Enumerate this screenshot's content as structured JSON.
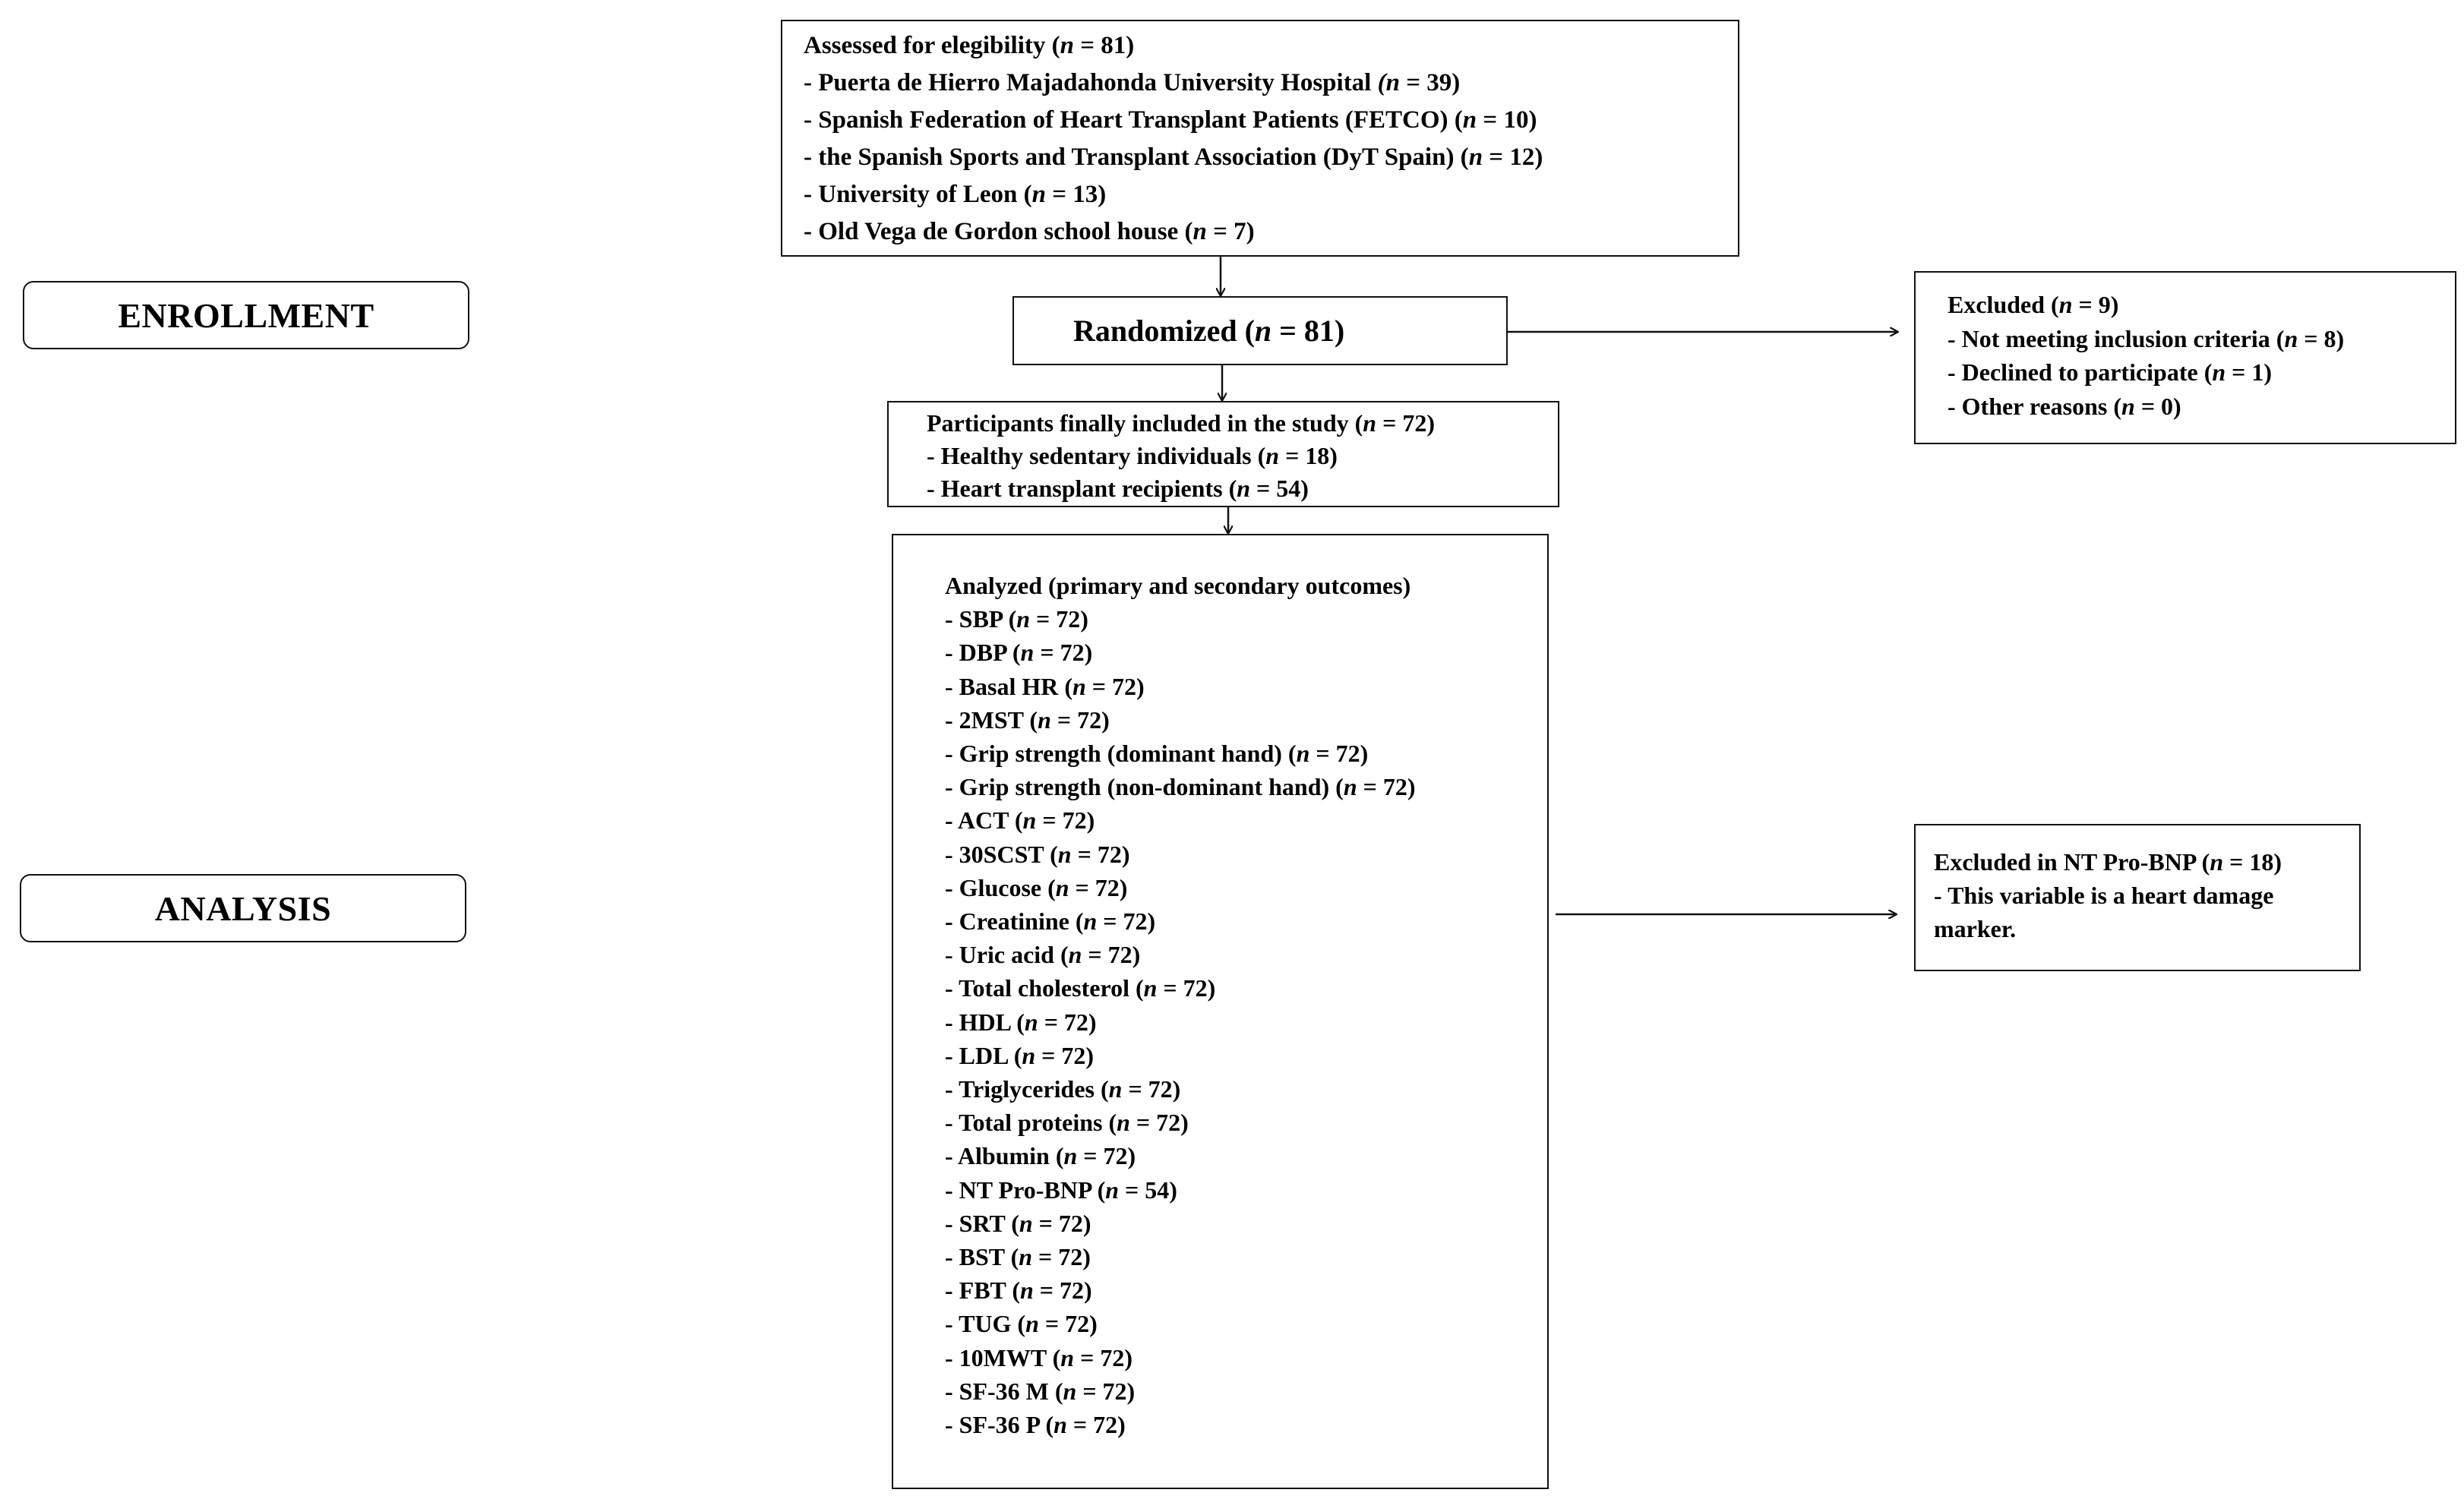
{
  "stages": {
    "enrollment": "ENROLLMENT",
    "analysis": "ANALYSIS"
  },
  "assessed": {
    "lines": [
      {
        "text": "Assessed for elegibility (",
        "n": "n",
        "tail": " = 81)"
      },
      {
        "text": "- Puerta de Hierro Majadahonda University Hospital ",
        "n": "(n",
        "tail": " = 39)"
      },
      {
        "text": "-  Spanish Federation of Heart Transplant Patients (FETCO) (",
        "n": "n",
        "tail": " = 10)"
      },
      {
        "text": "- the Spanish Sports and Transplant Association (DyT Spain) (",
        "n": "n",
        "tail": " = 12)"
      },
      {
        "text": "- University of Leon (",
        "n": "n",
        "tail": " = 13)"
      },
      {
        "text": "- Old Vega de Gordon school house (",
        "n": "n",
        "tail": " = 7)"
      }
    ]
  },
  "randomized": {
    "text": "Randomized (",
    "n": "n",
    "tail": " = 81)"
  },
  "included": {
    "lines": [
      {
        "text": "Participants finally included in the study (",
        "n": "n",
        "tail": " = 72)"
      },
      {
        "text": "- Healthy sedentary individuals (",
        "n": "n",
        "tail": " = 18)"
      },
      {
        "text": "- Heart transplant recipients (",
        "n": "n",
        "tail": " = 54)"
      }
    ]
  },
  "analyzed": {
    "lines": [
      {
        "text": "Analyzed (primary and secondary outcomes)",
        "n": "",
        "tail": ""
      },
      {
        "text": "- SBP (",
        "n": "n",
        "tail": " = 72)"
      },
      {
        "text": "- DBP (",
        "n": "n",
        "tail": " = 72)"
      },
      {
        "text": "- Basal HR (",
        "n": "n",
        "tail": " = 72)"
      },
      {
        "text": "- 2MST (",
        "n": "n",
        "tail": " = 72)"
      },
      {
        "text": "- Grip strength (dominant hand) (",
        "n": "n",
        "tail": " = 72)"
      },
      {
        "text": "- Grip strength (non-dominant hand) (",
        "n": "n",
        "tail": " = 72)"
      },
      {
        "text": "- ACT (",
        "n": "n",
        "tail": " = 72)"
      },
      {
        "text": "- 30SCST (",
        "n": "n",
        "tail": " = 72)"
      },
      {
        "text": "- Glucose (",
        "n": "n",
        "tail": " = 72)"
      },
      {
        "text": "- Creatinine (",
        "n": "n",
        "tail": " = 72)"
      },
      {
        "text": "- Uric acid (",
        "n": "n",
        "tail": " = 72)"
      },
      {
        "text": "- Total cholesterol (",
        "n": "n",
        "tail": " = 72)"
      },
      {
        "text": "- HDL (",
        "n": "n",
        "tail": " = 72)"
      },
      {
        "text": "- LDL (",
        "n": "n",
        "tail": " = 72)"
      },
      {
        "text": "- Triglycerides (",
        "n": "n",
        "tail": " = 72)"
      },
      {
        "text": "- Total proteins (",
        "n": "n",
        "tail": " = 72)"
      },
      {
        "text": "- Albumin (",
        "n": "n",
        "tail": " = 72)"
      },
      {
        "text": "- NT Pro-BNP (",
        "n": "n",
        "tail": " = 54)"
      },
      {
        "text": "- SRT (",
        "n": "n",
        "tail": " = 72)"
      },
      {
        "text": "- BST (",
        "n": "n",
        "tail": " = 72)"
      },
      {
        "text": "- FBT (",
        "n": "n",
        "tail": " = 72)"
      },
      {
        "text": "- TUG (",
        "n": "n",
        "tail": " = 72)"
      },
      {
        "text": "- 10MWT (",
        "n": "n",
        "tail": " = 72)"
      },
      {
        "text": "- SF-36 M (",
        "n": "n",
        "tail": " = 72)"
      },
      {
        "text": "- SF-36 P (",
        "n": "n",
        "tail": " = 72)"
      }
    ]
  },
  "excluded": {
    "lines": [
      {
        "text": "Excluded (",
        "n": "n",
        "tail": " = 9)"
      },
      {
        "text": "- Not meeting inclusion criteria (",
        "n": "n",
        "tail": " = 8)"
      },
      {
        "text": "- Declined to participate (",
        "n": "n",
        "tail": " = 1)"
      },
      {
        "text": "-  Other reasons (",
        "n": "n",
        "tail": " = 0)"
      }
    ]
  },
  "excluded_nt": {
    "lines": [
      {
        "text": "Excluded in NT Pro-BNP (",
        "n": "n",
        "tail": " = 18)"
      },
      {
        "text": "- This variable is a  heart damage",
        "n": "",
        "tail": ""
      },
      {
        "text": "marker.",
        "n": "",
        "tail": ""
      }
    ]
  }
}
